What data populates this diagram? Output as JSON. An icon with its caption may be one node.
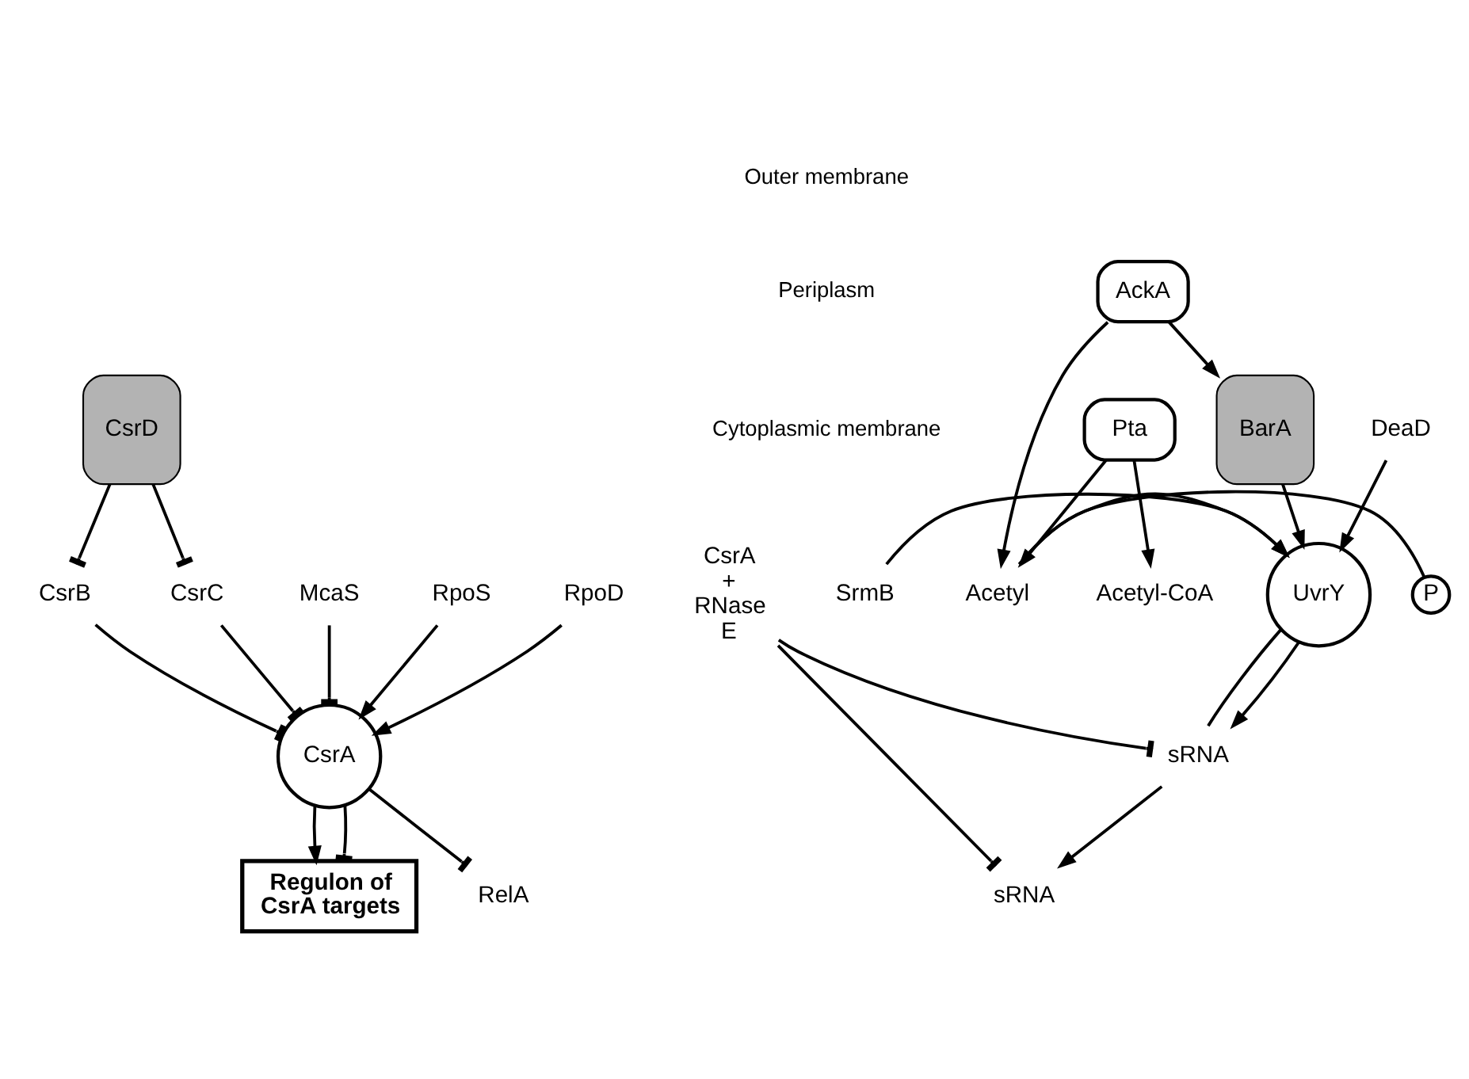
{
  "diagram": {
    "nodes": [
      {
        "text": [
          "CsrD"
        ]
      },
      {
        "text": [
          "BarA"
        ]
      },
      {
        "text": [
          "AckA"
        ]
      },
      {
        "text": [
          "UvrY"
        ]
      },
      {
        "text": [
          "SrmB"
        ]
      },
      {
        "text": [
          "DeaD"
        ]
      },
      {
        "text": [
          "Acetyl"
        ]
      },
      {
        "text": [
          "P"
        ]
      },
      {
        "text": [
          "Pta"
        ]
      },
      {
        "text": [
          "Acetyl-CoA"
        ]
      },
      {
        "text": [
          "Regulon of CsrA targets"
        ]
      },
      {
        "text": [
          "McaS"
        ]
      },
      {
        "text": [
          "CsrB"
        ]
      },
      {
        "text": [
          "sRNA"
        ]
      },
      {
        "text": [
          "CsrA + RNase E"
        ]
      },
      {
        "text": [
          "CsrA"
        ]
      },
      {
        "text": [
          "CsrC"
        ]
      },
      {
        "text": [
          "sRNA"
        ]
      },
      {
        "text": [
          "RpoS"
        ]
      },
      {
        "text": [
          "RelA"
        ]
      },
      {
        "text": [
          "RpoD"
        ]
      }
    ],
    "edges": [
      {
        "from": 0,
        "to": 12,
        "arrow": "other"
      },
      {
        "from": 0,
        "to": 16,
        "arrow": "other"
      },
      {
        "from": 1,
        "to": 3,
        "arrow": "to"
      },
      {
        "from": 2,
        "to": 1,
        "arrow": "to"
      },
      {
        "from": 2,
        "to": 6,
        "arrow": "to"
      },
      {
        "from": 4,
        "to": 3,
        "arrow": "to"
      },
      {
        "from": 5,
        "to": 3,
        "arrow": "to"
      },
      {
        "from": 6,
        "to": 3,
        "arrow": "to"
      },
      {
        "from": 6,
        "to": 7,
        "arrow": "none"
      },
      {
        "from": 8,
        "to": 6,
        "arrow": "to"
      },
      {
        "from": 8,
        "to": 9,
        "arrow": "to"
      },
      {
        "from": 3,
        "to": 13,
        "arrow": "none"
      },
      {
        "from": 3,
        "to": 13,
        "arrow": "to"
      },
      {
        "from": 13,
        "to": 17,
        "arrow": "to"
      },
      {
        "from": 14,
        "to": 13,
        "arrow": "other"
      },
      {
        "from": 14,
        "to": 17,
        "arrow": "other"
      },
      {
        "from": 11,
        "to": 15,
        "arrow": "other"
      },
      {
        "from": 12,
        "to": 15,
        "arrow": "other"
      },
      {
        "from": 16,
        "to": 15,
        "arrow": "other"
      },
      {
        "from": 15,
        "to": 10,
        "arrow": "to"
      },
      {
        "from": 15,
        "to": 10,
        "arrow": "other"
      },
      {
        "from": 18,
        "to": 15,
        "arrow": "to"
      },
      {
        "from": 15,
        "to": 19,
        "arrow": "other"
      },
      {
        "from": 20,
        "to": 15,
        "arrow": "to"
      }
    ],
    "labels": [
      "Outer membrane",
      "Periplasm",
      "Cytoplasmic membrane"
    ]
  }
}
